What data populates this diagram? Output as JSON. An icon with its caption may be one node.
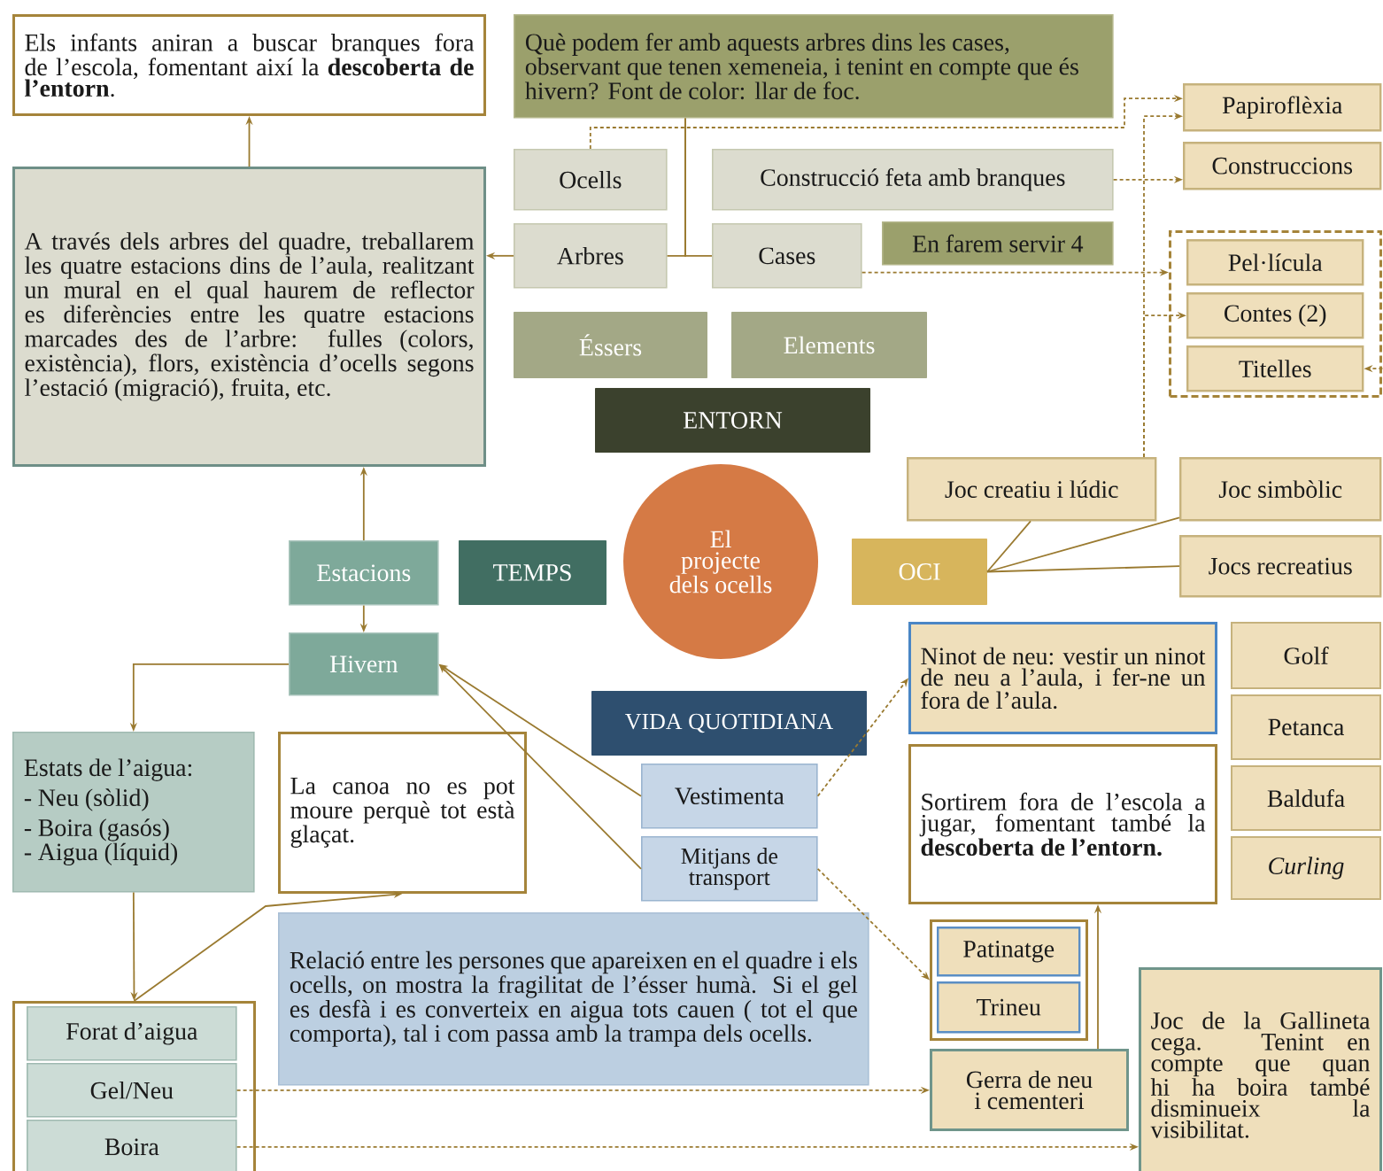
{
  "diagram": {
    "nodes": [
      {
        "text": [
          "Els infants aniran a buscar branques fora de l’escola, fomentant així la **descoberta de l’entorn**."
        ]
      },
      {
        "text": [
          "A través dels arbres del quadre, treballarem les quatre estacions dins de l’aula, realitzant un mural en el qual haurem de reflector es diferències entre les quatre estacions marcades des de l’arbre: fulles (colors, existència), flors, existència d’ocells segons l’estació (migració), fruita, etc."
        ]
      },
      {
        "text": [
          "Què podem fer amb aquests arbres dins les cases, observant que tenen xemeneia, i tenint en compte que és hivern? Font de color: llar de foc."
        ]
      },
      {
        "text": [
          "Ocells"
        ]
      },
      {
        "text": [
          "Construcció feta amb branques"
        ]
      },
      {
        "text": [
          "Arbres"
        ]
      },
      {
        "text": [
          "Cases"
        ]
      },
      {
        "text": [
          "En farem servir 4"
        ]
      },
      {
        "text": [
          "Papiroflèxia"
        ]
      },
      {
        "text": [
          "Construccions"
        ]
      },
      {
        "text": [],
        "shape": "box"
      },
      {
        "text": [
          "Pel·lícula"
        ],
        "in": 10
      },
      {
        "text": [
          "Contes (2)"
        ],
        "in": 10
      },
      {
        "text": [
          "Titelles"
        ],
        "in": 10
      },
      {
        "text": [
          "Éssers"
        ]
      },
      {
        "text": [
          "Elements"
        ]
      },
      {
        "text": [
          "ENTORN"
        ]
      },
      {
        "text": [
          "Joc creatiu i lúdic"
        ]
      },
      {
        "text": [
          "Joc simbòlic"
        ]
      },
      {
        "text": [
          "Estacions"
        ]
      },
      {
        "text": [
          "TEMPS"
        ]
      },
      {
        "text": [
          "El projecte dels ocells"
        ]
      },
      {
        "text": [
          "OCI"
        ]
      },
      {
        "text": [
          "Jocs recreatius"
        ]
      },
      {
        "text": [
          "Hivern"
        ]
      },
      {
        "text": [
          "VIDA QUOTIDIANA"
        ]
      },
      {
        "text": [
          "Ninot de neu: vestir un ninot de neu a l’aula, i fer-ne un fora de l’aula."
        ]
      },
      {
        "text": [
          "Golf"
        ]
      },
      {
        "text": [
          "Sortirem fora de l’escola a jugar, fomentant també la **descoberta de l’entorn.**"
        ]
      },
      {
        "text": [
          "Petanca"
        ]
      },
      {
        "text": [
          "Estats de l’aigua:",
          "- Neu (sòlid)",
          "- Boira (gasós)",
          "- Aigua (líquid)"
        ]
      },
      {
        "text": [
          "La canoa no es pot moure perquè tot està glaçat."
        ]
      },
      {
        "text": [
          "Vestimenta"
        ]
      },
      {
        "text": [
          "Baldufa"
        ]
      },
      {
        "text": [
          "Mitjans de transport"
        ]
      },
      {
        "text": [
          "Curling"
        ]
      },
      {
        "text": [
          "Relació entre les persones que apareixen en el quadre i els ocells, on mostra la fragilitat de l’ésser humà. Si el gel es desfà i es converteix en aigua tots cauen ( tot el que comporta), tal i com passa amb la trampa dels ocells."
        ]
      },
      {
        "text": [],
        "shape": "box"
      },
      {
        "text": [
          "Forat d’aigua"
        ],
        "in": 37
      },
      {
        "text": [
          "Gel/Neu"
        ],
        "in": 37
      },
      {
        "text": [
          "Boira"
        ],
        "in": 37
      },
      {
        "text": [],
        "shape": "box"
      },
      {
        "text": [
          "Patinatge"
        ],
        "in": 41
      },
      {
        "text": [
          "Trineu"
        ],
        "in": 41
      },
      {
        "text": [
          "Gerra de neu i cementeri"
        ]
      },
      {
        "text": [
          "Joc de la Gallineta cega. Tenint en compte que quan hi ha boira també disminueix la visibilitat."
        ]
      }
    ],
    "edges": [
      {
        "from": 1,
        "to": 0,
        "arrow": "to"
      },
      {
        "from": 5,
        "to": 1,
        "arrow": "to"
      },
      {
        "from": 2,
        "to": 5,
        "arrow": "none"
      },
      {
        "from": 2,
        "to": 6,
        "arrow": "none"
      },
      {
        "from": 3,
        "to": 8,
        "arrow": "to",
        "style": "dashed"
      },
      {
        "from": 4,
        "to": 9,
        "arrow": "to",
        "style": "dashed"
      },
      {
        "from": 6,
        "to": 10,
        "arrow": "to",
        "style": "dashed"
      },
      {
        "from": 17,
        "to": 8,
        "arrow": "to",
        "style": "dashed"
      },
      {
        "from": 17,
        "to": 12,
        "arrow": "to",
        "style": "dashed"
      },
      {
        "from": null,
        "to": 13,
        "arrow": "to",
        "style": "dashed"
      },
      {
        "from": 22,
        "to": 17,
        "arrow": "none"
      },
      {
        "from": 22,
        "to": 18,
        "arrow": "none"
      },
      {
        "from": 22,
        "to": 23,
        "arrow": "none"
      },
      {
        "from": 19,
        "to": 1,
        "arrow": "to"
      },
      {
        "from": 19,
        "to": 24,
        "arrow": "to"
      },
      {
        "from": 24,
        "to": 30,
        "arrow": "to"
      },
      {
        "from": 32,
        "to": 24,
        "arrow": "to"
      },
      {
        "from": 34,
        "to": 24,
        "arrow": "to"
      },
      {
        "from": 32,
        "to": 26,
        "arrow": "to",
        "style": "dashed"
      },
      {
        "from": 34,
        "to": 41,
        "arrow": "to",
        "style": "dashed"
      },
      {
        "from": 30,
        "to": 37,
        "arrow": "to"
      },
      {
        "from": 37,
        "to": 31,
        "arrow": "to"
      },
      {
        "from": 39,
        "to": 44,
        "arrow": "to",
        "style": "dashed"
      },
      {
        "from": 40,
        "to": 45,
        "arrow": "to",
        "style": "dashed"
      },
      {
        "from": 44,
        "to": 28,
        "arrow": "to"
      }
    ]
  }
}
